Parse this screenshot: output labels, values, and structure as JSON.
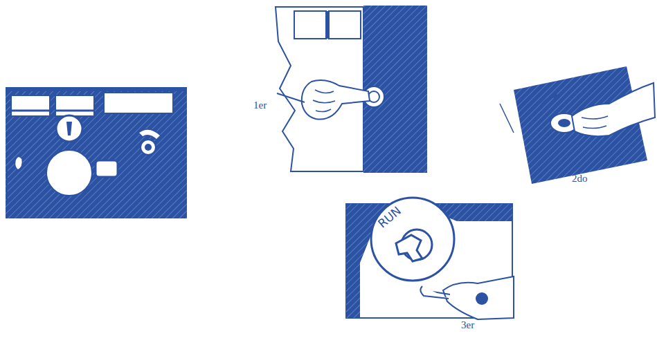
{
  "diagram": {
    "nodes": [
      {
        "text": [
          "RUN"
        ]
      }
    ],
    "labels": [
      "1er",
      "2do",
      "3er"
    ]
  }
}
